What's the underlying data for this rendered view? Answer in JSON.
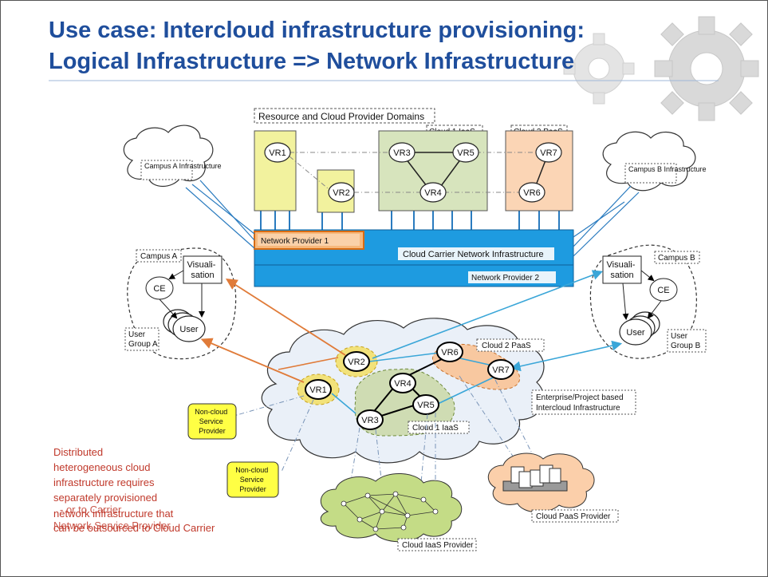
{
  "slide": {
    "title_line1": "Use case: Intercloud infrastructure provisioning:",
    "title_line2": "Logical Infrastructure => Network Infrastructure"
  },
  "top": {
    "domains_label": "Resource and Cloud Provider Domains",
    "cloud1_tab": "Cloud 1 IaaS",
    "cloud2_tab": "Cloud 2 PaaS",
    "vr1": "VR1",
    "vr2": "VR2",
    "vr3": "VR3",
    "vr4": "VR4",
    "vr5": "VR5",
    "vr6": "VR6",
    "vr7": "VR7",
    "campus_a_infra": "Campus A Infrastructure",
    "campus_b_infra": "Campus B Infrastructure",
    "np1": "Network Provider 1",
    "carrier": "Cloud Carrier Network Infrastructure",
    "np2": "Network Provider 2"
  },
  "campus_a": {
    "label": "Campus A",
    "visualisation": "Visuali-sation",
    "ce": "CE",
    "user": "User",
    "group": "User Group A"
  },
  "campus_b": {
    "label": "Campus B",
    "visualisation": "Visuali-sation",
    "ce": "CE",
    "user": "User",
    "group": "User Group B"
  },
  "bottom": {
    "vr1": "VR1",
    "vr2": "VR2",
    "vr3": "VR3",
    "vr4": "VR4",
    "vr5": "VR5",
    "vr6": "VR6",
    "vr7": "VR7",
    "cloud2_paas": "Cloud 2 PaaS",
    "cloud1_iaas": "Cloud 1 IaaS",
    "enterprise": "Enterprise/Project based Intercloud Infrastructure",
    "noncloud1": "Non-cloud Service Provider",
    "noncloud2": "Non-cloud Service Provider",
    "iaas_provider": "Cloud IaaS Provider",
    "paas_provider": "Cloud PaaS Provider"
  },
  "note": {
    "line1": "Distributed",
    "line2": "heterogeneous cloud",
    "line3": "infrastructure  requires",
    "line4": "separately provisioned",
    "line5": "network infrastructure that",
    "line6": "can be outsourced to Cloud Carrier",
    "overlay1": "- or to Carrier",
    "overlay2": "Network Service Provider"
  },
  "colors": {
    "title": "#1f4e9c",
    "yellow_box": "#f2f29e",
    "green_box": "#d7e4bd",
    "orange_box": "#fbd5b5",
    "carrier_blue": "#1e9be0",
    "orange_line": "#e07b39",
    "cyan_line": "#3aa6d8",
    "note_red": "#c0392b"
  }
}
